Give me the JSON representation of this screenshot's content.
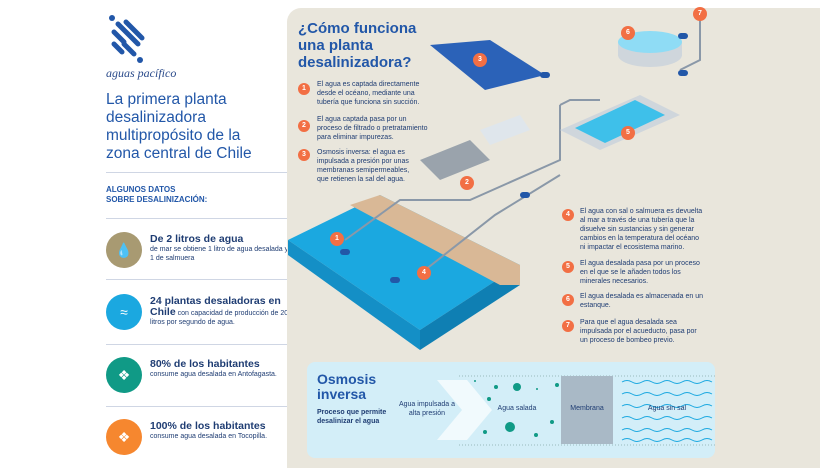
{
  "brand": "aguas pacífico",
  "headline": "La primera planta desalinizadora multipropósito de la zona central de Chile",
  "facts_heading": [
    "ALGUNOS DATOS",
    "SOBRE DESALINIZACIÓN:"
  ],
  "facts": [
    {
      "icon": "water-drop-icon",
      "color": "#a89a72",
      "title": "De 2 litros de agua",
      "text": "de mar se obtiene 1 litro de agua desalada y 1 de salmuera"
    },
    {
      "icon": "plant-icon",
      "color": "#1ba8e0",
      "title": "24 plantas desaladoras en Chile",
      "text": "con capacidad de producción de 20 litros por segundo de agua."
    },
    {
      "icon": "people-icon",
      "color": "#109a86",
      "title": "80% de los habitantes",
      "text": "consume agua desalada en Antofagasta."
    },
    {
      "icon": "people-icon",
      "color": "#f6872f",
      "title": "100% de los habitantes",
      "text": "consume agua desalada en Tocopilla."
    }
  ],
  "question": [
    "¿Cómo funciona",
    "una planta",
    "desalinizadora?"
  ],
  "steps": [
    {
      "n": "1",
      "text": "El agua es captada directamente desde el océano, mediante una tubería que funciona sin succión."
    },
    {
      "n": "2",
      "text": "El agua captada pasa por un proceso de filtrado o pretratamiento para eliminar impurezas."
    },
    {
      "n": "3",
      "text": "Osmosis inversa: el agua es impulsada a presión por unas membranas semipermeables, que retienen la sal del agua."
    },
    {
      "n": "4",
      "text": "El agua con sal o salmuera es devuelta al mar a través de una tubería que la disuelve sin sustancias y sin generar cambios en la temperatura del océano ni impactar el ecosistema marino."
    },
    {
      "n": "5",
      "text": "El agua desalada pasa por un proceso en el que se le añaden todos los minerales necesarios."
    },
    {
      "n": "6",
      "text": "El agua desalada es almacenada en un estanque."
    },
    {
      "n": "7",
      "text": "Para que el agua desalada sea impulsada por el acueducto, pasa por un proceso de bombeo previo."
    }
  ],
  "osmosis": {
    "title": [
      "Osmosis",
      "inversa"
    ],
    "desc": "Proceso que permite desalinizar el agua",
    "pushed": "Agua impulsada a alta presión",
    "salty": "Agua salada",
    "membrane": "Membrana",
    "fresh": "Agua sin sal"
  }
}
